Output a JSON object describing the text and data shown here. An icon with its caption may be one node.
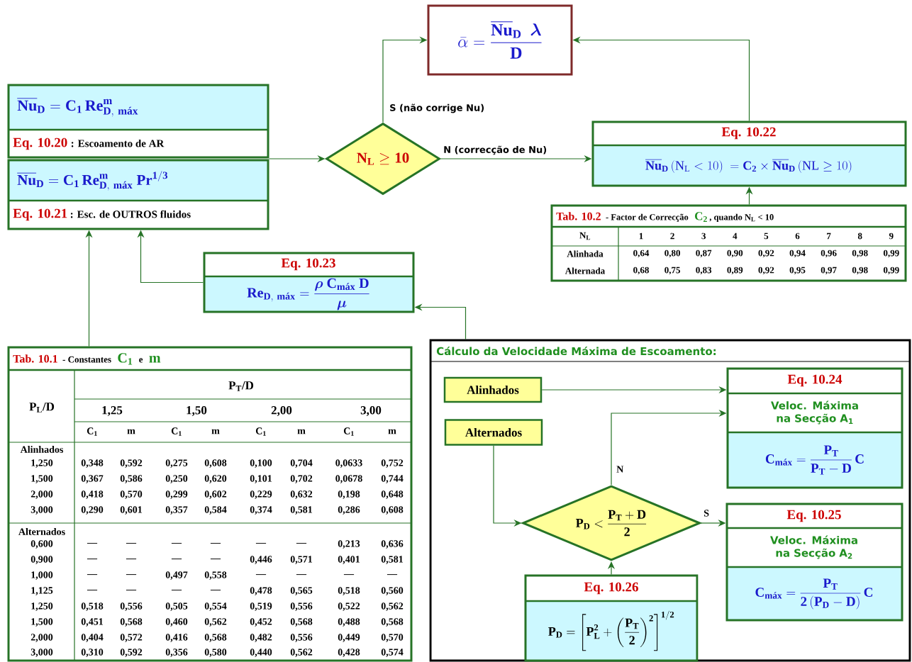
{
  "diagram": {
    "nodes": [
      {
        "text": [
          "\\bar{\\alpha} = \\frac{\\overline{\\mathbf{Nu}}_{\\mathbf{D}}\\ \\ \\boldsymbol{\\lambda}}{\\mathbf{D}}"
        ]
      },
      {
        "text": [
          "\\overline{\\mathbf{Nu}}_{\\mathbf{D}} = \\mathbf{C}_{\\mathbf{1}}\\,\\mathbf{Re}^{\\mathbf{m}}_{\\mathbf{D,\\ \\text{máx}}}",
          "Eq. 10.20",
          ": Escoamento de AR"
        ]
      },
      {
        "text": [
          "\\overline{\\mathbf{Nu}}_{\\mathbf{D}} = \\mathbf{C}_{\\mathbf{1}}\\,\\mathbf{Re}^{\\mathbf{m}}_{\\mathbf{D,\\ \\text{máx}}}\\ \\mathbf{Pr}^{\\mathbf{1/3}}",
          "Eq. 10.21",
          ": Esc. de OUTROS fluidos"
        ]
      },
      {
        "text": [
          "\\mathbf{N}_{\\mathbf{L}} \\geq \\mathbf{10}"
        ]
      },
      {
        "text": [
          "Eq. 10.22",
          "\\overline{\\mathbf{Nu}}_{\\mathbf{D}}\\,(\\mathrm{N}_{\\mathrm{L}}<10)\\ = \\mathbf{C}_{\\mathbf{2}} \\times \\overline{\\mathbf{Nu}}_{\\mathbf{D}}\\,(\\mathrm{NL} \\geq 10)"
        ]
      },
      {
        "text": [
          "Tab. 10.2",
          "- Factor de Correcção",
          "C$_{2}$",
          ", quando N$_{L}$ < 10"
        ]
      },
      {
        "text": [
          "Eq. 10.23",
          "\\mathbf{Re}_{\\mathbf{D,\\ \\text{máx}}} = \\frac{\\boldsymbol{\\rho}\\ \\mathbf{C}_{\\text{máx}}\\ \\mathbf{D}}{\\boldsymbol{\\mu}}"
        ]
      },
      {
        "text": [
          "Tab. 10.1",
          "- Constantes",
          "C$_{1}$",
          "e",
          "m"
        ]
      },
      {
        "text": [
          "Cálculo da Velocidade Máxima de Escoamento:"
        ]
      },
      {
        "text": [
          "Alinhados"
        ],
        "in": 8
      },
      {
        "text": [
          "Alternados"
        ],
        "in": 8
      },
      {
        "text": [
          "Eq. 10.24",
          "Veloc. Máxima na Secção A$_{1}$",
          "\\mathbf{C}_{\\text{máx}} = \\frac{\\mathbf{P}_{\\mathbf{T}}}{\\mathbf{P}_{\\mathbf{T}} - \\mathbf{D}}\\,\\mathbf{C}"
        ],
        "in": 8
      },
      {
        "text": [
          "\\mathbf{P}_{\\mathbf{D}} < \\frac{\\mathbf{P}_{\\mathbf{T}} + \\mathbf{D}}{\\mathbf{2}}"
        ],
        "in": 8
      },
      {
        "text": [
          "Eq. 10.25",
          "Veloc. Máxima na Secção A$_{2}$",
          "\\mathbf{C}_{\\text{máx}} = \\frac{\\mathbf{P}_{\\mathbf{T}}}{\\mathbf{2}\\,(\\mathbf{P}_{\\mathbf{D}} - \\mathbf{D})}\\,\\mathbf{C}"
        ],
        "in": 8
      },
      {
        "text": [
          "Eq. 10.26",
          "\\mathbf{P}_{\\mathbf{D}} = \\left[\\mathbf{P}_{\\mathbf{L}}^{\\mathbf{2}} + \\left(\\frac{\\mathbf{P}_{\\mathbf{T}}}{\\mathbf{2}}\\right)^{\\mathbf{2}}\\right]^{\\mathbf{1/2}}"
        ],
        "in": 8
      }
    ],
    "edges": [
      {
        "from": 3,
        "to": 0,
        "arrow": "to",
        "label": "S (não corrige Nu)"
      },
      {
        "from": 3,
        "to": 4,
        "arrow": "to",
        "label": "N (correcção de Nu)"
      },
      {
        "from": 4,
        "to": 0,
        "arrow": "to"
      },
      {
        "from": 1,
        "to": 3,
        "arrow": "to"
      },
      {
        "from": 5,
        "to": 4,
        "arrow": "to"
      },
      {
        "from": 7,
        "to": 2,
        "arrow": "to"
      },
      {
        "from": 6,
        "to": 2,
        "arrow": "to"
      },
      {
        "from": 8,
        "to": 6,
        "arrow": "to"
      },
      {
        "from": 9,
        "to": 11,
        "arrow": "to"
      },
      {
        "from": 10,
        "to": 12,
        "arrow": "to"
      },
      {
        "from": 12,
        "to": 11,
        "arrow": "to",
        "label": "N"
      },
      {
        "from": 12,
        "to": 13,
        "arrow": "to",
        "label": "S"
      },
      {
        "from": 14,
        "to": 12,
        "arrow": "to"
      }
    ],
    "labels": [
      "P$_{L}$/D",
      "P$_{T}$/D",
      "1,25",
      "1,50",
      "2,00",
      "3,00",
      "C$_{1}$",
      "m",
      "C$_{1}$",
      "m",
      "C$_{1}$",
      "m",
      "C$_{1}$",
      "m",
      "Alinhados",
      "1,250",
      "0,348",
      "0,592",
      "0,275",
      "0,608",
      "0,100",
      "0,704",
      "0,0633",
      "0,752",
      "1,500",
      "0,367",
      "0,586",
      "0,250",
      "0,620",
      "0,101",
      "0,702",
      "0,0678",
      "0,744",
      "2,000",
      "0,418",
      "0,570",
      "0,299",
      "0,602",
      "0,229",
      "0,632",
      "0,198",
      "0,648",
      "3,000",
      "0,290",
      "0,601",
      "0,357",
      "0,584",
      "0,374",
      "0,581",
      "0,286",
      "0,608",
      "Alternados",
      "0,600",
      "—",
      "—",
      "—",
      "—",
      "—",
      "—",
      "0,213",
      "0,636",
      "0,900",
      "—",
      "—",
      "—",
      "—",
      "0,446",
      "0,571",
      "0,401",
      "0,581",
      "1,000",
      "—",
      "—",
      "0,497",
      "0,558",
      "—",
      "—",
      "—",
      "—",
      "1,125",
      "—",
      "—",
      "—",
      "—",
      "0,478",
      "0,565",
      "0,518",
      "0,560",
      "1,250",
      "0,518",
      "0,556",
      "0,505",
      "0,554",
      "0,519",
      "0,556",
      "0,522",
      "0,562",
      "1,500",
      "0,451",
      "0,568",
      "0,460",
      "0,562",
      "0,452",
      "0,568",
      "0,488",
      "0,568",
      "2,000",
      "0,404",
      "0,572",
      "0,416",
      "0,568",
      "0,482",
      "0,556",
      "0,449",
      "0,570",
      "3,000",
      "0,310",
      "0,592",
      "0,356",
      "0,580",
      "0,440",
      "0,562",
      "0,428",
      "0,574",
      "N$_{L}$",
      "1",
      "2",
      "3",
      "4",
      "5",
      "6",
      "7",
      "8",
      "9",
      "Alinhada",
      "0,64",
      "0,80",
      "0,87",
      "0,90",
      "0,92",
      "0,94",
      "0,96",
      "0,98",
      "0,99",
      "Alternada",
      "0,68",
      "0,75",
      "0,83",
      "0,89",
      "0,92",
      "0,95",
      "0,97",
      "0,98",
      "0,99"
    ]
  }
}
